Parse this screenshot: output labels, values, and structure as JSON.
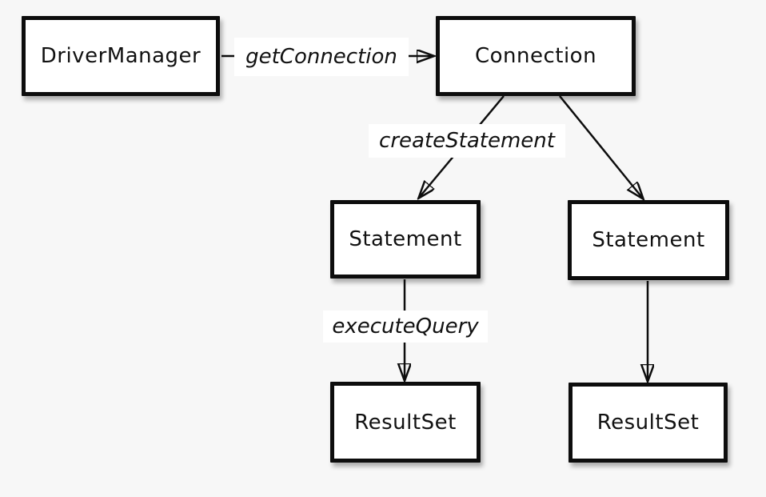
{
  "colors": {
    "bg": "#f7f7f7",
    "box-bg": "#ffffff",
    "line": "#0d0d0d",
    "text": "#111111"
  },
  "nodes": [
    {
      "id": "drivermanager",
      "label": "DriverManager"
    },
    {
      "id": "connection",
      "label": "Connection"
    },
    {
      "id": "statement-left",
      "label": "Statement"
    },
    {
      "id": "statement-right",
      "label": "Statement"
    },
    {
      "id": "resultset-left",
      "label": "ResultSet"
    },
    {
      "id": "resultset-right",
      "label": "ResultSet"
    }
  ],
  "edges": [
    {
      "from": "drivermanager",
      "to": "connection",
      "label": "getConnection"
    },
    {
      "from": "connection",
      "to": "statement-left",
      "label": "createStatement"
    },
    {
      "from": "connection",
      "to": "statement-right",
      "label": ""
    },
    {
      "from": "statement-left",
      "to": "resultset-left",
      "label": "executeQuery"
    },
    {
      "from": "statement-right",
      "to": "resultset-right",
      "label": ""
    }
  ]
}
